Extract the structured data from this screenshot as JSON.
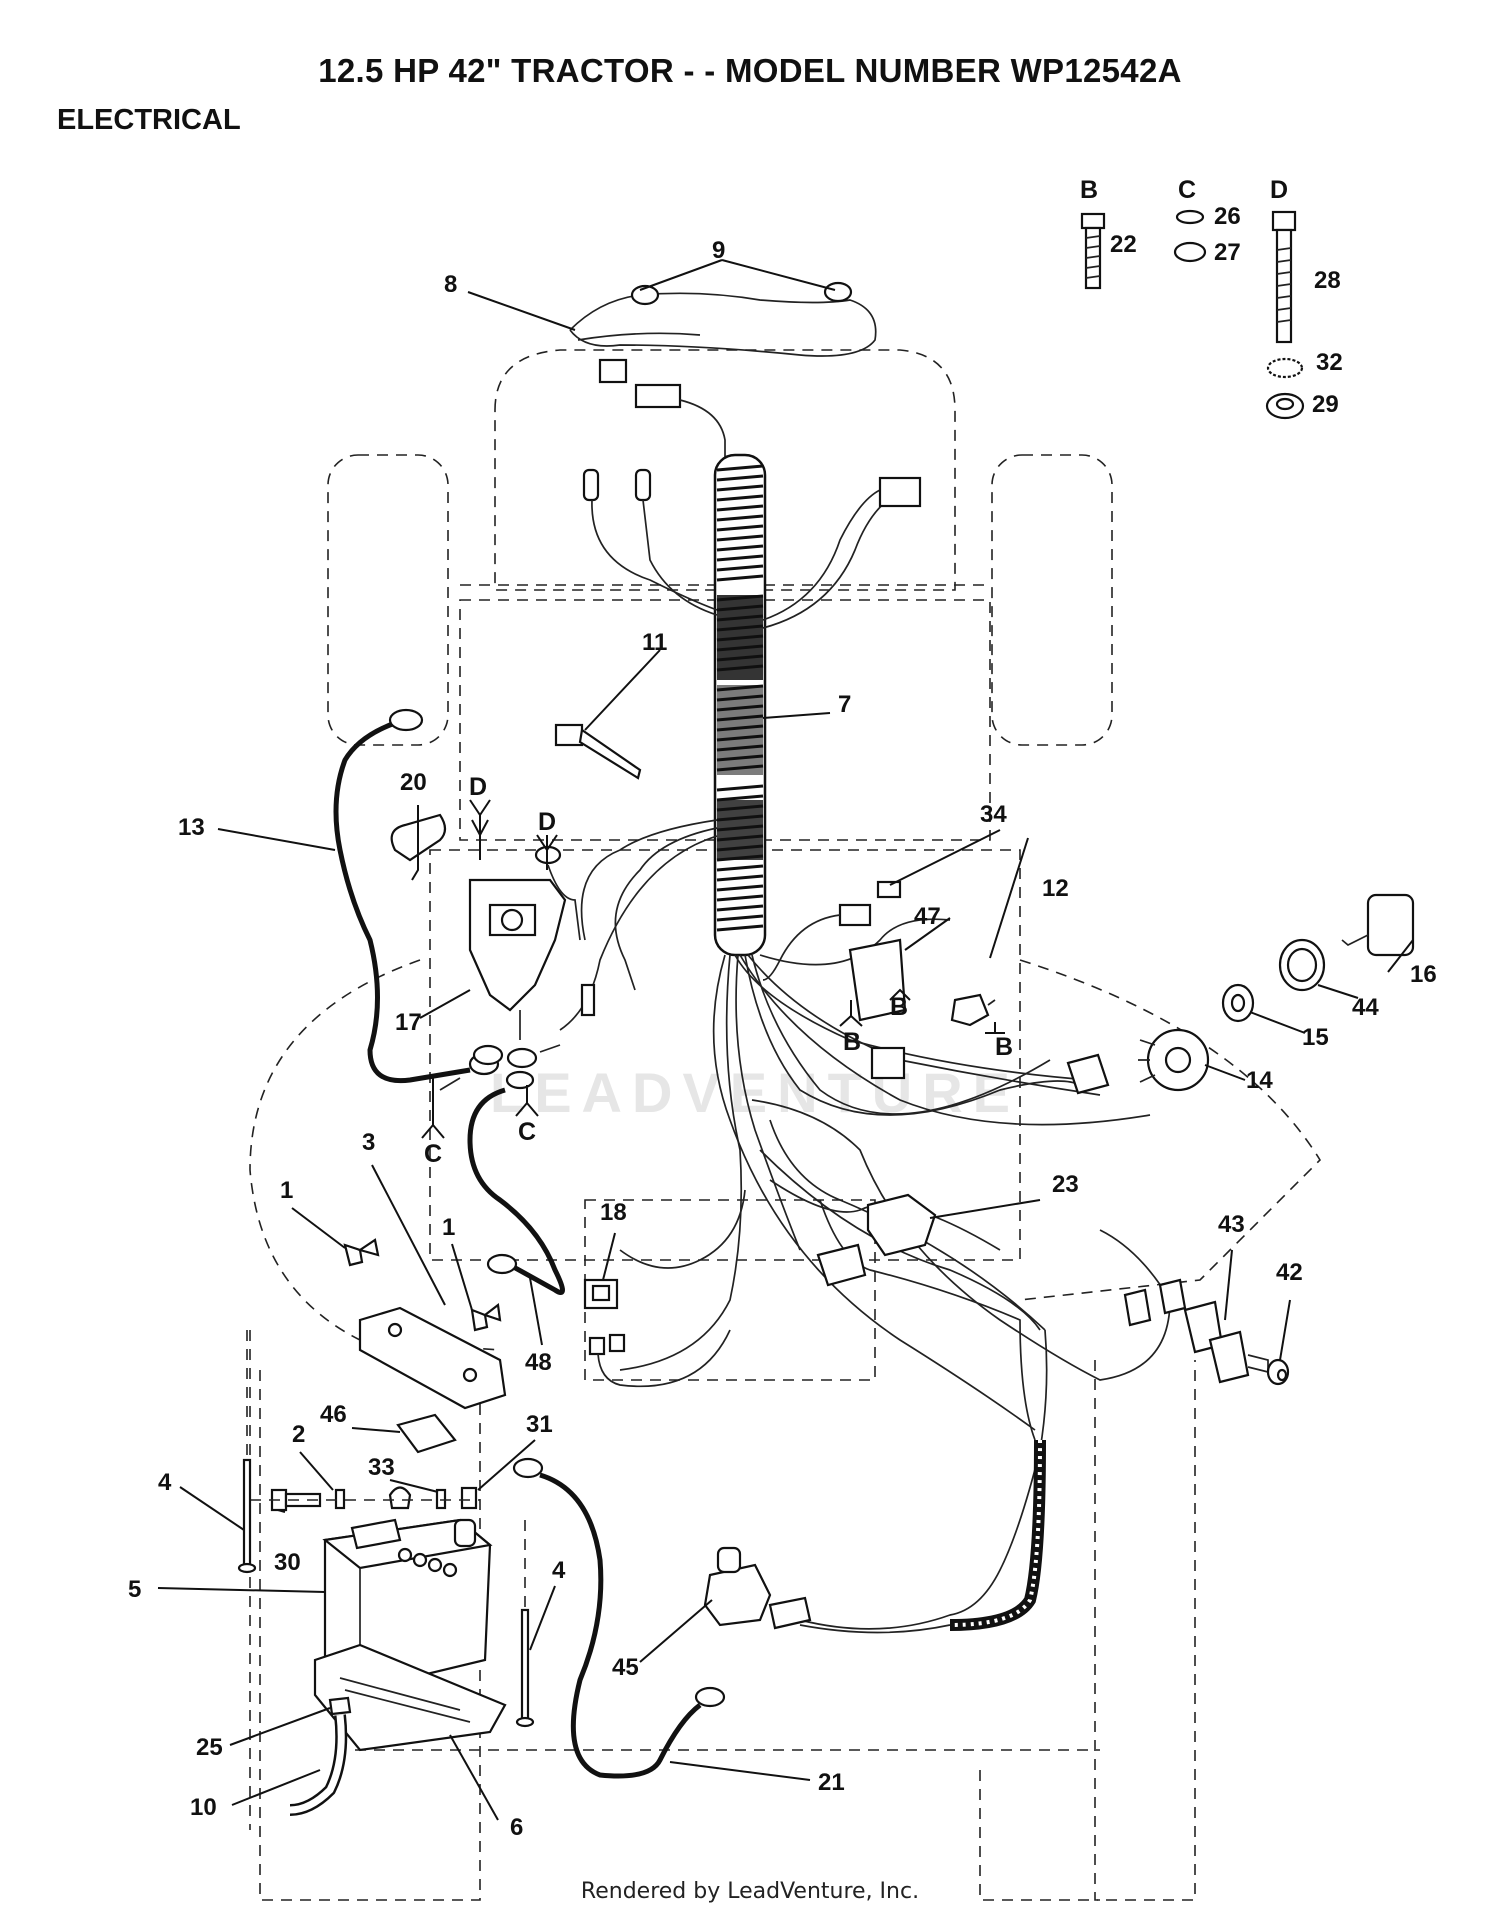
{
  "title": "12.5 HP 42\" TRACTOR - - MODEL NUMBER WP12542A",
  "section": "ELECTRICAL",
  "footer": "Rendered by LeadVenture, Inc.",
  "watermark": "LEADVENTURE",
  "hardware_refs": {
    "b": "B",
    "c": "C",
    "d": "D"
  },
  "callouts": {
    "p1": "1",
    "p2": "2",
    "p3": "3",
    "p4": "4",
    "p5": "5",
    "p6": "6",
    "p7": "7",
    "p8": "8",
    "p9": "9",
    "p10": "10",
    "p11": "11",
    "p12": "12",
    "p13": "13",
    "p14": "14",
    "p15": "15",
    "p16": "16",
    "p17": "17",
    "p18": "18",
    "p20": "20",
    "p21": "21",
    "p22": "22",
    "p23": "23",
    "p25": "25",
    "p26": "26",
    "p27": "27",
    "p28": "28",
    "p29": "29",
    "p30": "30",
    "p31": "31",
    "p32": "32",
    "p33": "33",
    "p34": "34",
    "p42": "42",
    "p43": "43",
    "p44": "44",
    "p45": "45",
    "p46": "46",
    "p47": "47",
    "p48": "48"
  }
}
